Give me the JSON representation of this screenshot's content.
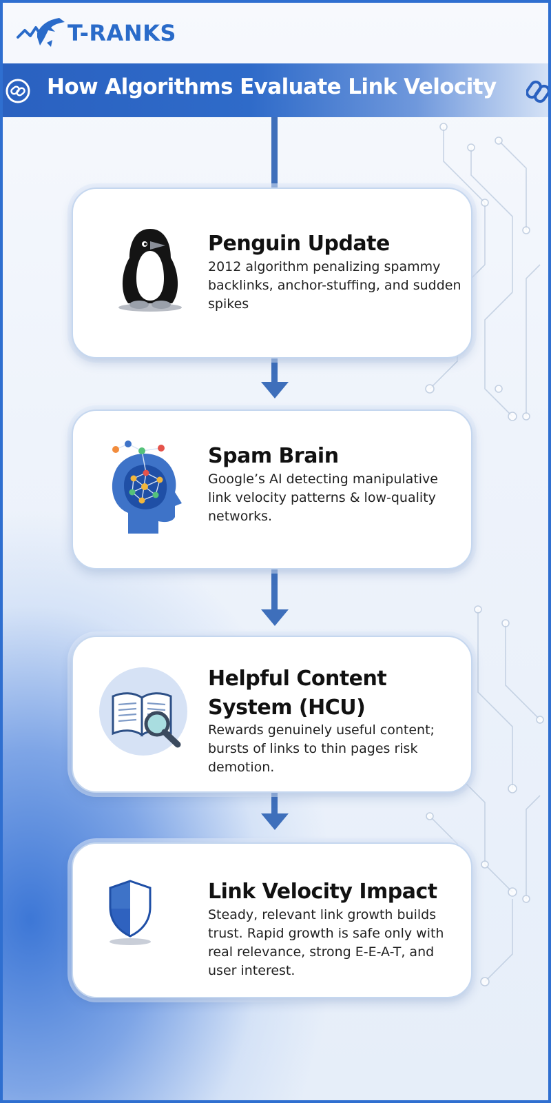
{
  "brand": {
    "name": "T-RANKS"
  },
  "header": {
    "title": "How Algorithms Evaluate Link Velocity"
  },
  "steps": [
    {
      "title": "Penguin Update",
      "description": "2012 algorithm penalizing spammy backlinks, anchor-stuffing, and sudden spikes",
      "icon": "penguin-icon"
    },
    {
      "title": "Spam Brain",
      "description": "Google’s AI detecting manipulative link velocity patterns & low-quality networks.",
      "icon": "ai-brain-icon"
    },
    {
      "title": "Helpful Content System (HCU)",
      "description": "Rewards genuinely useful content; bursts of links to thin pages risk demotion.",
      "icon": "book-magnifier-icon"
    },
    {
      "title": "Link Velocity Impact",
      "description": "Steady, relevant link growth builds trust. Rapid growth is safe only with real relevance, strong E-E-A-T, and user interest.",
      "icon": "shield-icon"
    }
  ],
  "colors": {
    "accent": "#2f6fd0",
    "connector": "#3e6fbb",
    "text": "#111111"
  }
}
